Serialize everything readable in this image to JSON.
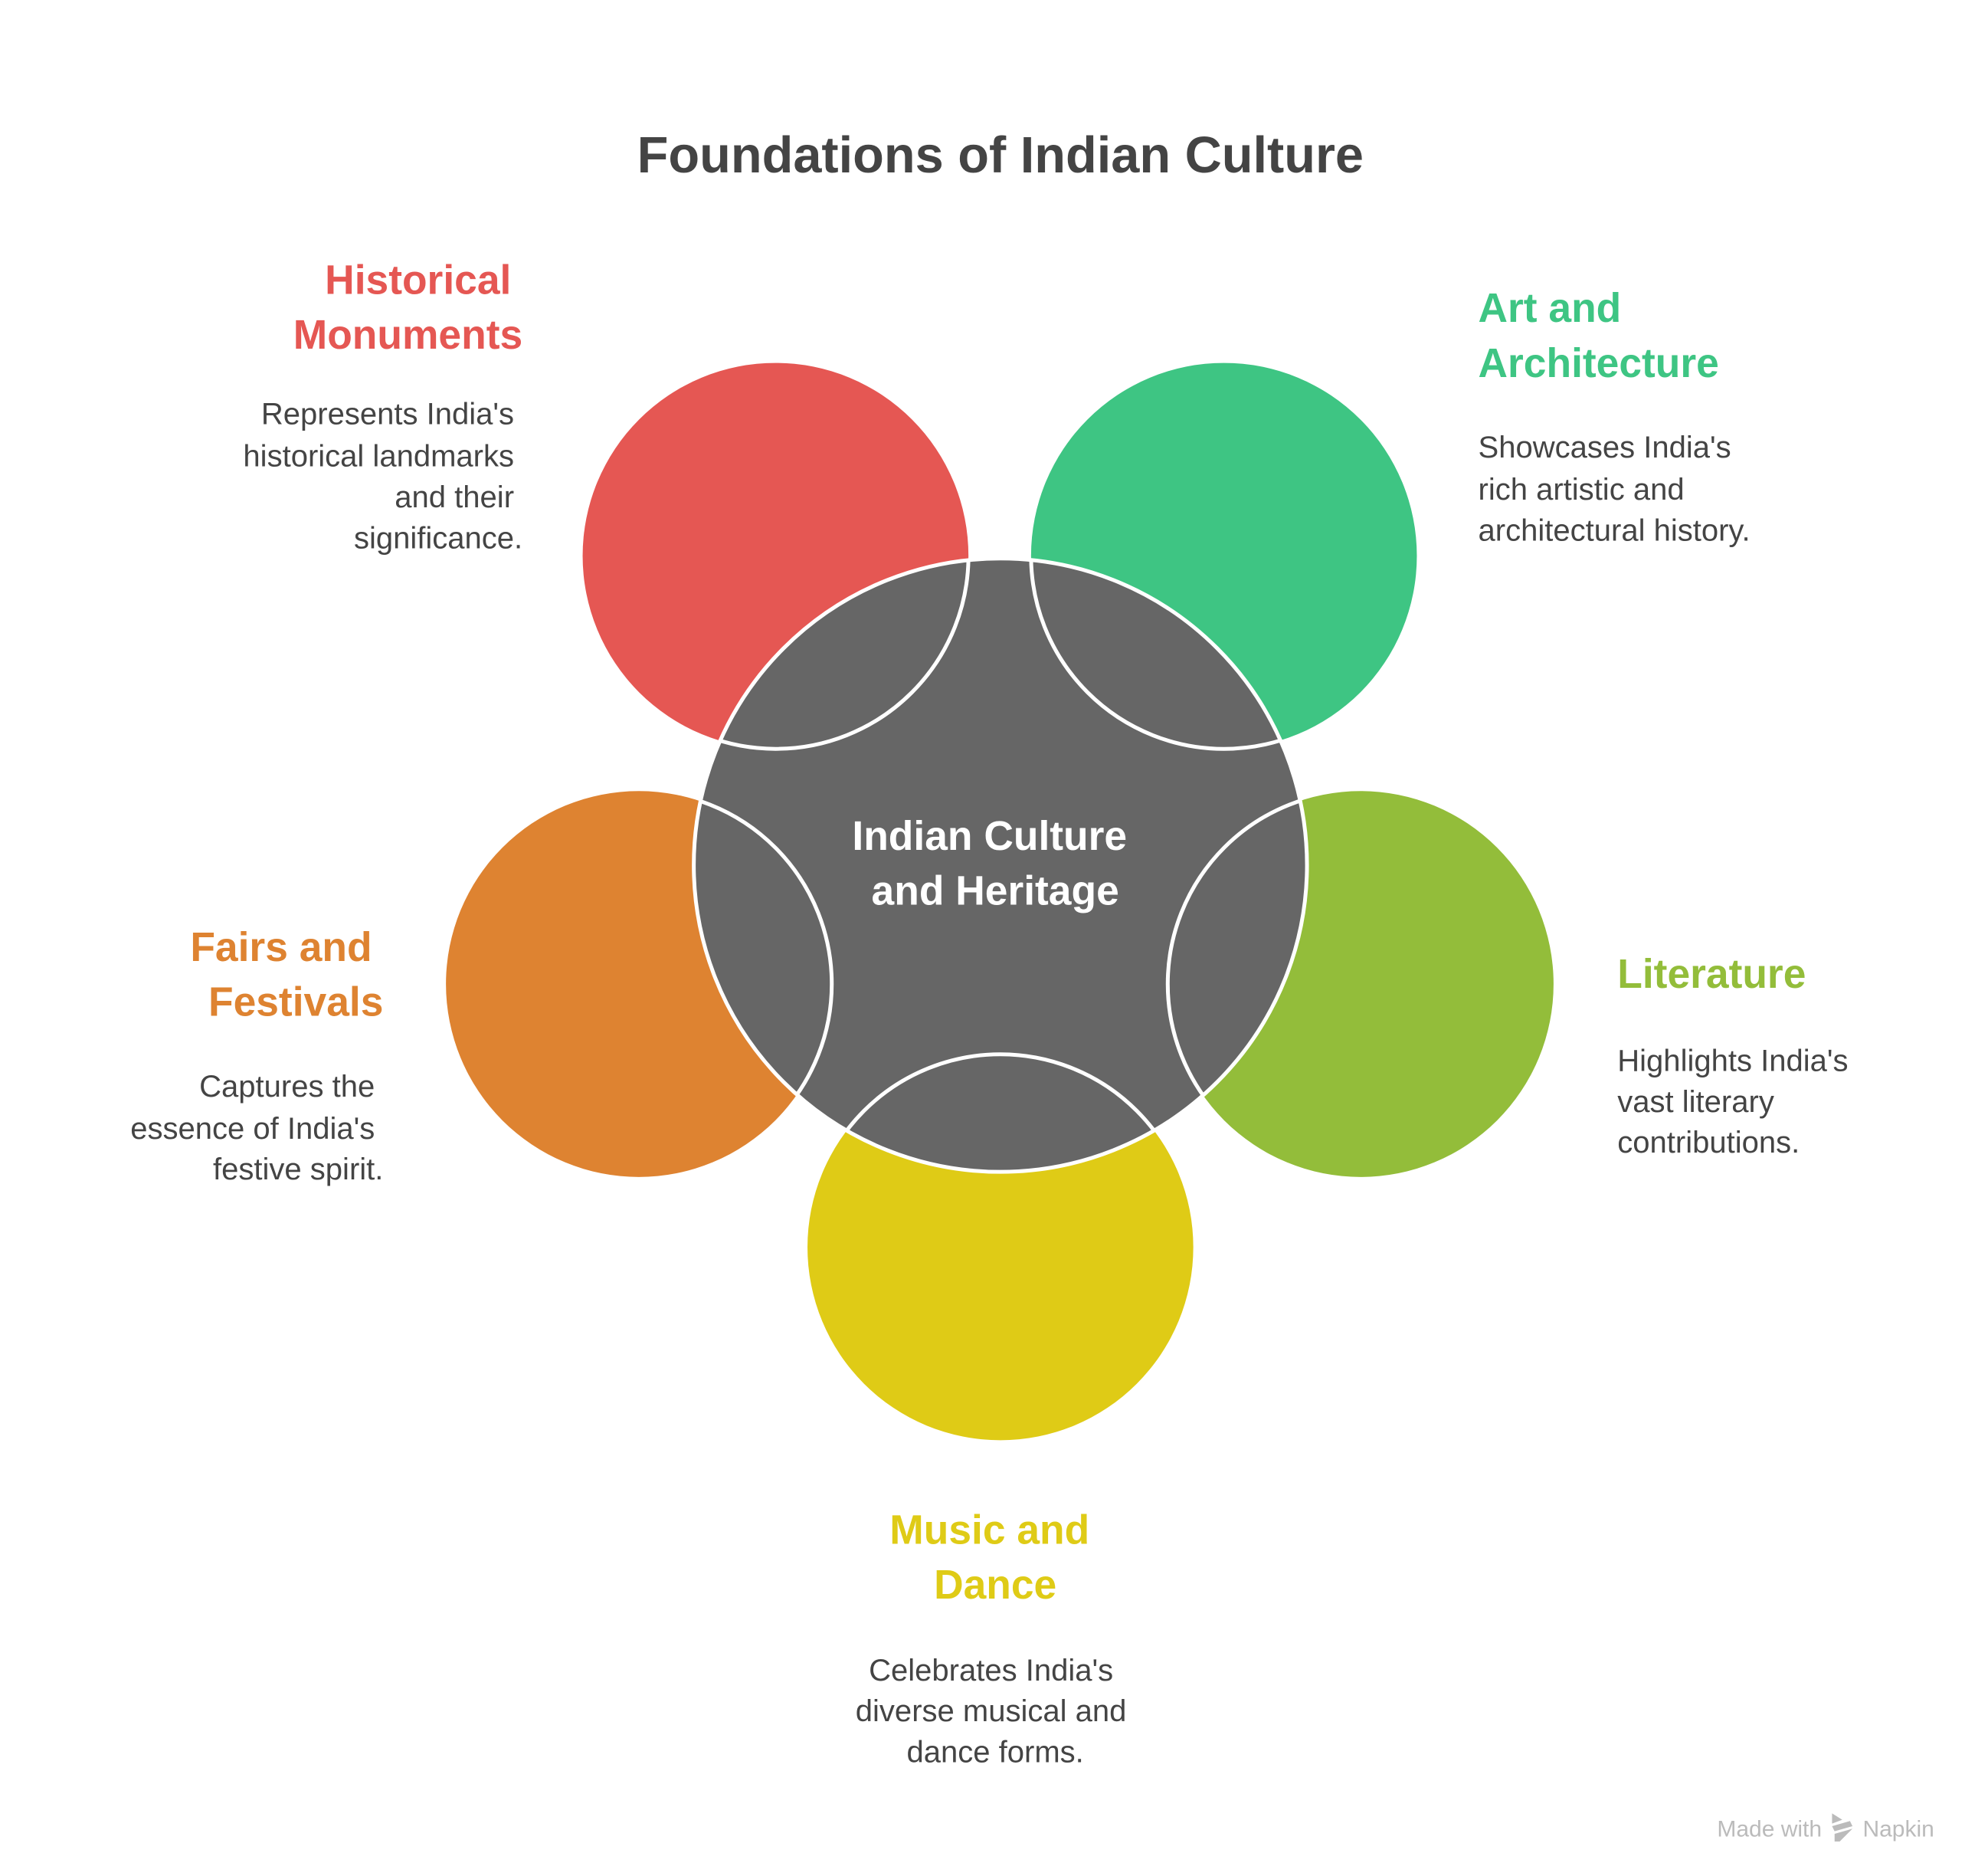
{
  "title": "Foundations of Indian Culture",
  "center": {
    "lines": [
      "Indian Culture",
      "and Heritage"
    ],
    "color": "#666666"
  },
  "items": [
    {
      "title": [
        "Historical",
        "Monuments"
      ],
      "desc": [
        "Represents India's",
        "historical landmarks",
        "and their",
        "significance."
      ],
      "color": "#E55753"
    },
    {
      "title": [
        "Art and",
        "Architecture"
      ],
      "desc": [
        "Showcases India's",
        "rich artistic and",
        "architectural history."
      ],
      "color": "#3EC583"
    },
    {
      "title": [
        "Literature"
      ],
      "desc": [
        "Highlights India's",
        "vast literary",
        "contributions."
      ],
      "color": "#93BD3A"
    },
    {
      "title": [
        "Music and",
        "Dance"
      ],
      "desc": [
        "Celebrates India's",
        "diverse musical and",
        "dance forms."
      ],
      "color": "#DFCB16"
    },
    {
      "title": [
        "Fairs and",
        "Festivals"
      ],
      "desc": [
        "Captures the",
        "essence of India's",
        "festive spirit."
      ],
      "color": "#DE8331"
    }
  ],
  "watermark": {
    "made_with": "Made with",
    "brand": "Napkin",
    "icon": "napkin-logo-icon"
  }
}
